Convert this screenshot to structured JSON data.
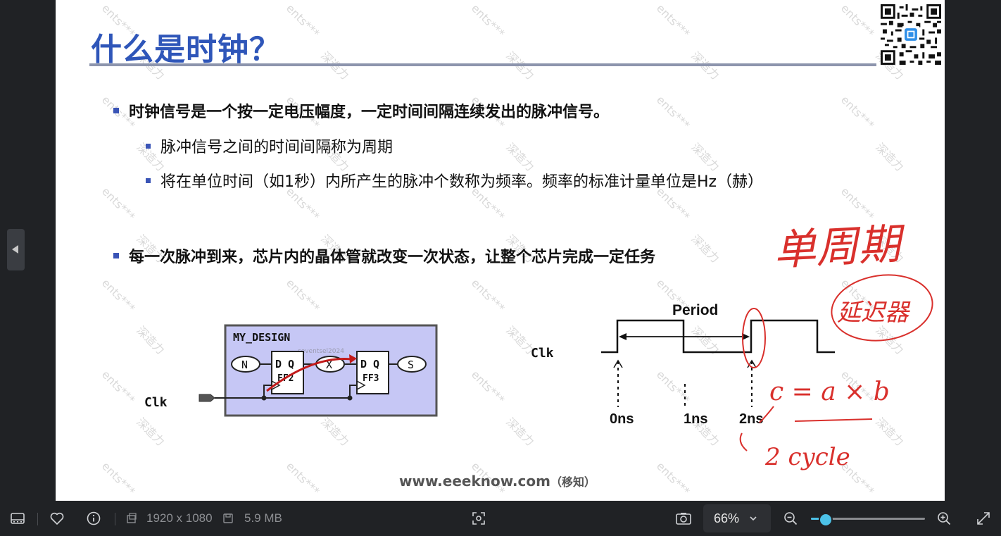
{
  "slide": {
    "title": "什么是时钟？",
    "bullets": [
      "时钟信号是一个按一定电压幅度，一定时间间隔连续发出的脉冲信号。",
      "脉冲信号之间的时间间隔称为周期",
      "将在单位时间（如1秒）内所产生的脉冲个数称为频率。频率的标准计量单位是Hz（赫）",
      "每一次脉冲到来，芯片内的晶体管就改变一次状态，让整个芯片完成一定任务"
    ],
    "watermark_text": "ents***",
    "watermark_text2": "深造力",
    "footer_url": "www.eeeknow.com",
    "footer_paren": "（移知）",
    "design": {
      "block_name": "MY_DESIGN",
      "node_n": "N",
      "node_x": "X",
      "node_s": "S",
      "ff2_dq": "D Q",
      "ff2_name": "FF2",
      "ff3_dq": "D Q",
      "ff3_name": "FF3",
      "clk_label": "Clk",
      "small_mark": "seventsel2024"
    },
    "timing": {
      "period_label": "Period",
      "clk_label": "Clk",
      "time_labels": [
        "0ns",
        "1ns",
        "2ns"
      ]
    },
    "handwriting": {
      "note1": "单周期",
      "note2": "延迟器",
      "formula": "c = a × b",
      "cycles": "2 cycle"
    }
  },
  "toolbar": {
    "resolution": "1920 x 1080",
    "file_size": "5.9 MB",
    "zoom": "66%",
    "zoom_level": 0.12
  },
  "colors": {
    "title": "#2f56b9",
    "bullet": "#3a54b6",
    "design_bg": "#c6c7f5",
    "annotation": "#d9302c",
    "accent": "#4cc2e8"
  },
  "icons": [
    "filmstrip-icon",
    "heart-icon",
    "info-icon",
    "resolution-icon",
    "save-icon",
    "scan-icon",
    "camera-icon",
    "chevron-down-icon",
    "zoom-out-icon",
    "zoom-in-icon",
    "expand-icon",
    "left-arrow-icon"
  ]
}
